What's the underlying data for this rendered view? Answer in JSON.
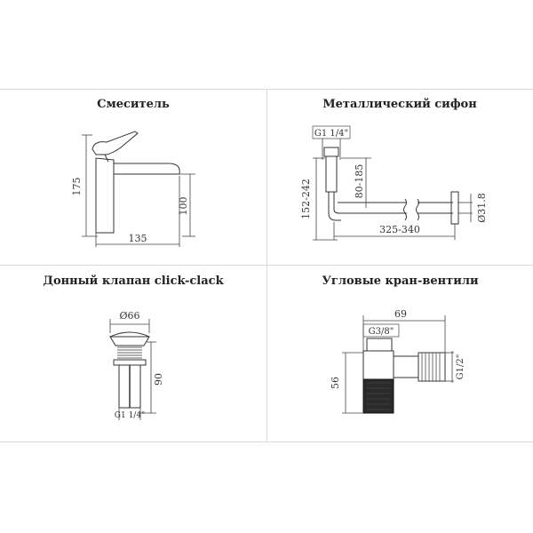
{
  "panels": {
    "faucet": {
      "title": "Смеситель",
      "dim_height_total": "175",
      "dim_height_spout": "100",
      "dim_reach": "135"
    },
    "siphon": {
      "title": "Металлический сифон",
      "thread": "G1 1/4\"",
      "dim_height_range": "152-242",
      "dim_inlet_range": "80-185",
      "dim_length_range": "325-340",
      "dim_diameter": "Ø31.8"
    },
    "drain": {
      "title": "Донный клапан click-clack",
      "dim_diameter": "Ø66",
      "dim_height": "90",
      "thread": "G1 1/4\""
    },
    "angle_valve": {
      "title": "Угловые кран-вентили",
      "dim_length": "69",
      "thread_inlet": "G3/8\"",
      "thread_outlet": "G1/2\"",
      "dim_height": "56"
    }
  }
}
